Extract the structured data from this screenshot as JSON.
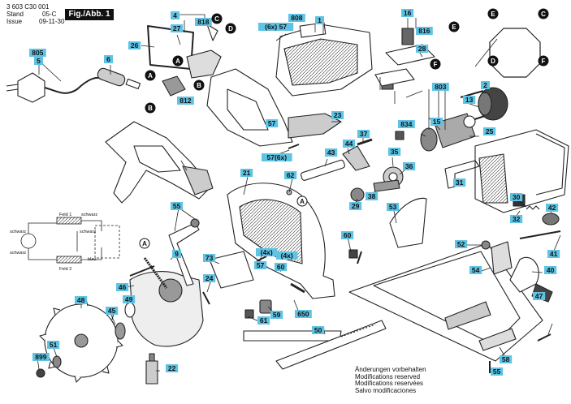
{
  "header": {
    "part_code": "3 603 C30 001",
    "stand_label": "Stand",
    "issue_label": "Issue",
    "issue_date": "09-11-30",
    "stand_logo": "05-C",
    "figure_label": "Fig./Abb. 1"
  },
  "callouts": [
    "805",
    "5",
    "6",
    "26",
    "27",
    "4",
    "818",
    "808",
    "1",
    "16",
    "816",
    "28",
    "2",
    "13",
    "803",
    "15",
    "834",
    "25",
    "812",
    "23",
    "57",
    "57(6x)",
    "(6x) 57",
    "21",
    "62",
    "43",
    "44",
    "37",
    "35",
    "36",
    "38",
    "29",
    "31",
    "30",
    "32",
    "42",
    "53",
    "55",
    "60",
    "52",
    "41",
    "40",
    "54",
    "47",
    "9",
    "73",
    "(4x)",
    "57",
    "(4x)",
    "60",
    "24",
    "46",
    "49",
    "48",
    "45",
    "59",
    "61",
    "650",
    "50",
    "51",
    "899",
    "22",
    "58",
    "55"
  ],
  "letter_markers": [
    "A",
    "B",
    "C",
    "D",
    "E",
    "F"
  ],
  "wiring_labels": {
    "feld1": "Feld 1",
    "feld2": "Feld 2",
    "schwarz_1": "schwarz",
    "schwarz_2": "schwarz",
    "schwarz_3": "schwarz",
    "schwarz_4": "schwarz",
    "blau": "blau"
  },
  "notes": [
    "Änderungen vorbehalten",
    "Modifications reserved",
    "Modifications reservées",
    "Salvo modificaciones"
  ],
  "colors": {
    "callout_bg": "#5fc3e4",
    "line": "#222222",
    "part_fill": "#ffffff",
    "part_stroke": "#222222",
    "dark": "#2a2a2a"
  }
}
